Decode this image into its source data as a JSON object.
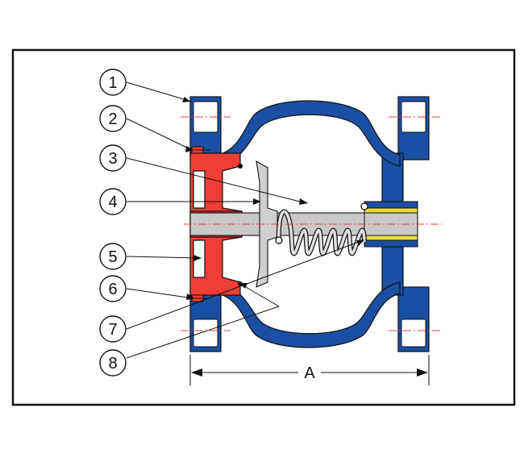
{
  "diagram": {
    "callouts": [
      "1",
      "2",
      "3",
      "4",
      "5",
      "6",
      "7",
      "8"
    ],
    "dimension_label": "A",
    "colors": {
      "body": "#1a4fa3",
      "disc": "#ef3e36",
      "shaft": "#c8c8c8",
      "spring": "#d8d8d8",
      "bushing": "#e8dc3a",
      "centerline": "#e0453a",
      "outline": "#111111",
      "frame": "#111111"
    }
  }
}
